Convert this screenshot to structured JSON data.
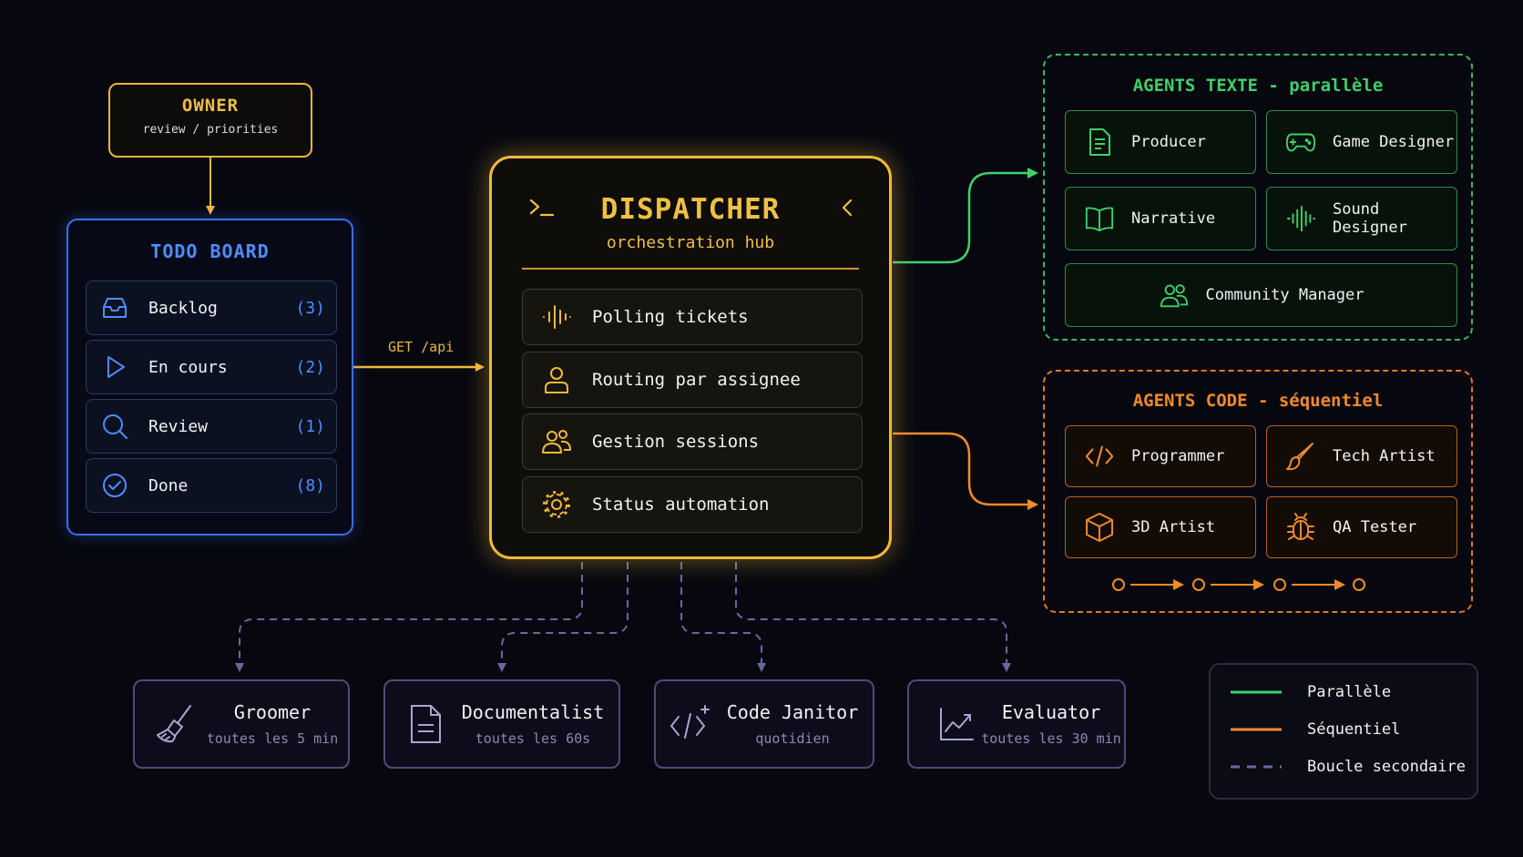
{
  "owner": {
    "title": "OWNER",
    "subtitle": "review / priorities"
  },
  "todo_board": {
    "title": "TODO BOARD",
    "items": [
      {
        "label": "Backlog",
        "count": "(3)",
        "icon": "inbox-icon"
      },
      {
        "label": "En cours",
        "count": "(2)",
        "icon": "play-icon"
      },
      {
        "label": "Review",
        "count": "(1)",
        "icon": "search-icon"
      },
      {
        "label": "Done",
        "count": "(8)",
        "icon": "check-circle-icon"
      }
    ]
  },
  "connector": {
    "api_label": "GET /api"
  },
  "dispatcher": {
    "title": "DISPATCHER",
    "subtitle": "orchestration hub",
    "items": [
      {
        "label": "Polling tickets",
        "icon": "waveform-icon"
      },
      {
        "label": "Routing par assignee",
        "icon": "user-icon"
      },
      {
        "label": "Gestion sessions",
        "icon": "users-icon"
      },
      {
        "label": "Status automation",
        "icon": "gear-icon"
      }
    ]
  },
  "agents_texte": {
    "title": "AGENTS TEXTE - parallèle",
    "agents": [
      {
        "label": "Producer",
        "icon": "document-icon"
      },
      {
        "label": "Game Designer",
        "icon": "gamepad-icon"
      },
      {
        "label": "Narrative",
        "icon": "book-icon"
      },
      {
        "label": "Sound Designer",
        "icon": "sound-wave-icon"
      },
      {
        "label": "Community Manager",
        "icon": "users-icon"
      }
    ]
  },
  "agents_code": {
    "title": "AGENTS CODE - séquentiel",
    "agents": [
      {
        "label": "Programmer",
        "icon": "code-icon"
      },
      {
        "label": "Tech Artist",
        "icon": "brush-icon"
      },
      {
        "label": "3D Artist",
        "icon": "cube-icon"
      },
      {
        "label": "QA Tester",
        "icon": "bug-icon"
      }
    ]
  },
  "secondary_loops": [
    {
      "name": "Groomer",
      "frequency": "toutes les 5 min",
      "icon": "broom-icon"
    },
    {
      "name": "Documentalist",
      "frequency": "toutes les 60s",
      "icon": "document-icon"
    },
    {
      "name": "Code Janitor",
      "frequency": "quotidien",
      "icon": "code-sparkle-icon"
    },
    {
      "name": "Evaluator",
      "frequency": "toutes les 30 min",
      "icon": "chart-icon"
    }
  ],
  "legend": {
    "items": [
      {
        "label": "Parallèle",
        "color": "#3fd06a"
      },
      {
        "label": "Séquentiel",
        "color": "#f08a2c"
      },
      {
        "label": "Boucle secondaire",
        "color": "#6a66a0"
      }
    ]
  },
  "colors": {
    "owner": "#f0bf45",
    "todo": "#4f8cff",
    "dispatcher": "#f0b93a",
    "parallel": "#3fd06a",
    "sequential": "#f08a2c",
    "secondary": "#6a66a0"
  }
}
